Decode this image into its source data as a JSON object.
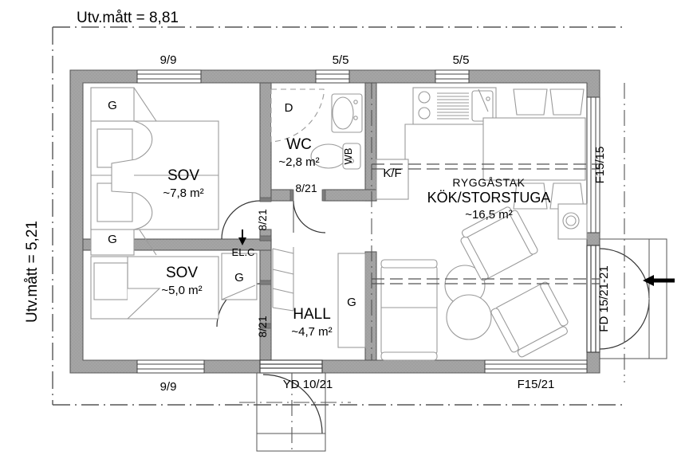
{
  "drawing": {
    "type": "floor-plan",
    "title_top": "Utv.mått = 8,81",
    "title_left": "Utv.mått = 5,21",
    "colors": {
      "wall_fill": "#a5a5a5",
      "wall_stroke": "#5c5c5c",
      "furniture_stroke": "#9a9a9a",
      "text": "#000000",
      "background": "#ffffff",
      "dimension_line": "#555555"
    }
  },
  "dimensions": {
    "exterior_width_label": "Utv.mått = 8,81",
    "exterior_height_label": "Utv.mått = 5,21"
  },
  "rooms": [
    {
      "id": "sov-upper",
      "name": "SOV",
      "area": "~7,8 m²",
      "subtitle": ""
    },
    {
      "id": "sov-lower",
      "name": "SOV",
      "area": "~5,0 m²",
      "subtitle": ""
    },
    {
      "id": "wc",
      "name": "WC",
      "area": "~2,8 m²",
      "subtitle": ""
    },
    {
      "id": "hall",
      "name": "HALL",
      "area": "~4,7 m²",
      "subtitle": ""
    },
    {
      "id": "kok",
      "name": "KÖK/STORSTUGA",
      "area": "~16,5 m²",
      "subtitle": "RYGGÅSTAK"
    }
  ],
  "fixture_labels": [
    {
      "id": "g-1",
      "text": "G",
      "note": "wardrobe upper-left-top"
    },
    {
      "id": "g-2",
      "text": "G",
      "note": "wardrobe upper-left-bottom"
    },
    {
      "id": "g-3",
      "text": "G",
      "note": "wardrobe lower bedroom"
    },
    {
      "id": "g-4",
      "text": "G",
      "note": "wardrobe hall"
    },
    {
      "id": "d-1",
      "text": "D",
      "note": "shower in WC"
    },
    {
      "id": "wb-1",
      "text": "WB",
      "note": "wash basin"
    },
    {
      "id": "kf-1",
      "text": "K/F",
      "note": "fridge freezer"
    },
    {
      "id": "elc-1",
      "text": "EL.C",
      "note": "electrical central"
    }
  ],
  "openings": [
    {
      "id": "win-top-left",
      "label": "9/9",
      "orientation": "horizontal"
    },
    {
      "id": "win-top-mid",
      "label": "5/5",
      "orientation": "horizontal"
    },
    {
      "id": "win-top-right",
      "label": "5/5",
      "orientation": "horizontal"
    },
    {
      "id": "win-right-upper",
      "label": "F15/15",
      "orientation": "vertical"
    },
    {
      "id": "door-right",
      "label": "FD 15/21-21",
      "orientation": "vertical"
    },
    {
      "id": "win-bottom-left",
      "label": "9/9",
      "orientation": "horizontal"
    },
    {
      "id": "door-entry",
      "label": "YD 10/21",
      "orientation": "horizontal"
    },
    {
      "id": "win-bottom-right",
      "label": "F15/21",
      "orientation": "horizontal"
    },
    {
      "id": "door-wc",
      "label": "8/21",
      "orientation": "horizontal"
    },
    {
      "id": "door-sov-upper",
      "label": "8/21",
      "orientation": "vertical"
    },
    {
      "id": "door-sov-lower",
      "label": "8/21",
      "orientation": "vertical"
    }
  ]
}
